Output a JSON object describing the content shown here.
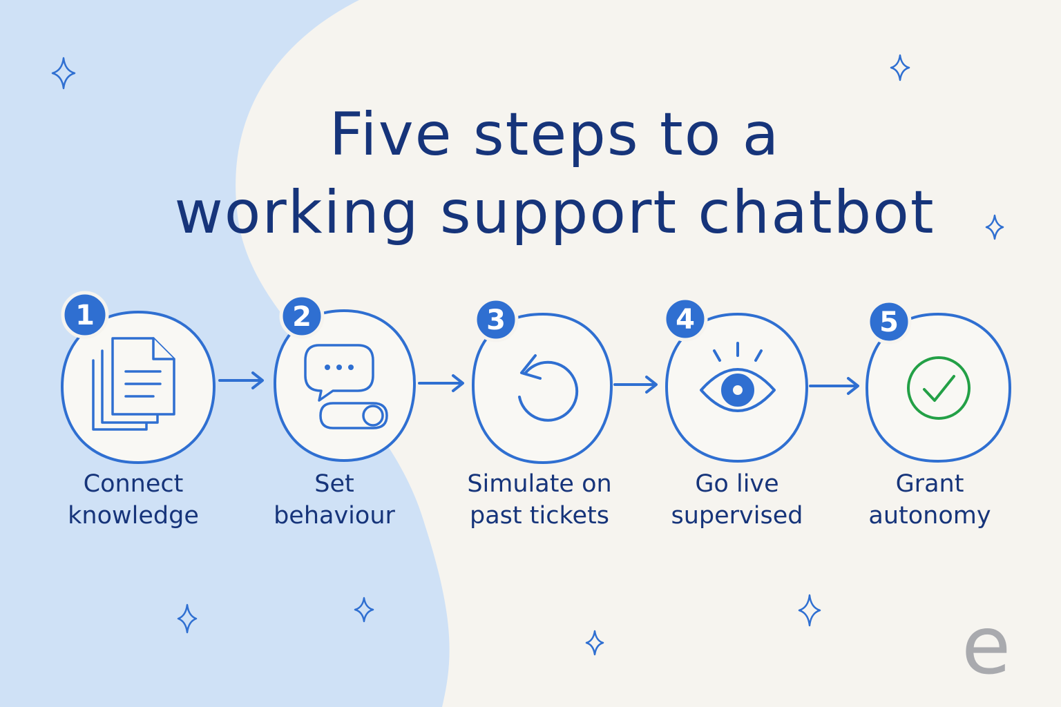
{
  "title": {
    "line1": "Five steps to a",
    "line2": "working support chatbot"
  },
  "steps": [
    {
      "number": "1",
      "line1": "Connect",
      "line2": "knowledge",
      "icon": "documents-icon"
    },
    {
      "number": "2",
      "line1": "Set",
      "line2": "behaviour",
      "icon": "chat-toggle-icon"
    },
    {
      "number": "3",
      "line1": "Simulate on",
      "line2": "past tickets",
      "icon": "replay-icon"
    },
    {
      "number": "4",
      "line1": "Go live",
      "line2": "supervised",
      "icon": "eye-icon"
    },
    {
      "number": "5",
      "line1": "Grant",
      "line2": "autonomy",
      "icon": "check-circle-icon"
    }
  ],
  "logo": "e",
  "colors": {
    "ink": "#16347a",
    "stroke": "#2f6fd1",
    "badge": "#2f6fd1",
    "wave": "#cfe1f6",
    "check": "#23a046",
    "background": "#f6f4ef"
  }
}
